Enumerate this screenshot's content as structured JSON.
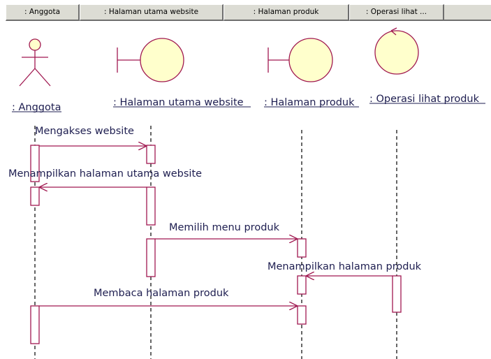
{
  "tabs": [
    {
      "label": ": Anggota"
    },
    {
      "label": ": Halaman utama website"
    },
    {
      "label": ": Halaman produk"
    },
    {
      "label": ": Operasi lihat ..."
    }
  ],
  "objects": {
    "anggota": {
      "label": ": Anggota"
    },
    "halaman_utama": {
      "label": ": Halaman utama website"
    },
    "halaman_produk": {
      "label": ": Halaman produk"
    },
    "operasi": {
      "label": ": Operasi lihat produk"
    }
  },
  "messages": [
    {
      "label": "Mengakses website"
    },
    {
      "label": "Menampilkan halaman utama website"
    },
    {
      "label": "Memilih menu produk"
    },
    {
      "label": "Menampilkan halaman produk"
    },
    {
      "label": "Membaca halaman produk"
    }
  ],
  "colors": {
    "message_line": "#a01850",
    "object_fill": "#ffffcc",
    "label_text": "#1e1e50"
  }
}
